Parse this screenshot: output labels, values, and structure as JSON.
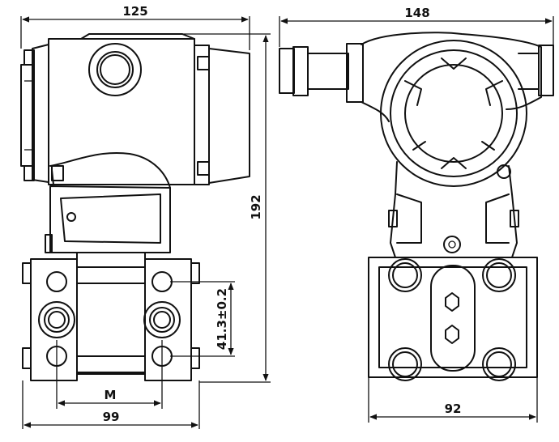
{
  "dimensions": {
    "top_left_width": "125",
    "top_right_width": "148",
    "overall_height": "192",
    "flange_spacing": "41.3±0.2",
    "port_spacing": "M",
    "bottom_left_width": "99",
    "bottom_right_width": "92"
  },
  "colors": {
    "line": "#111111",
    "background": "#ffffff"
  }
}
